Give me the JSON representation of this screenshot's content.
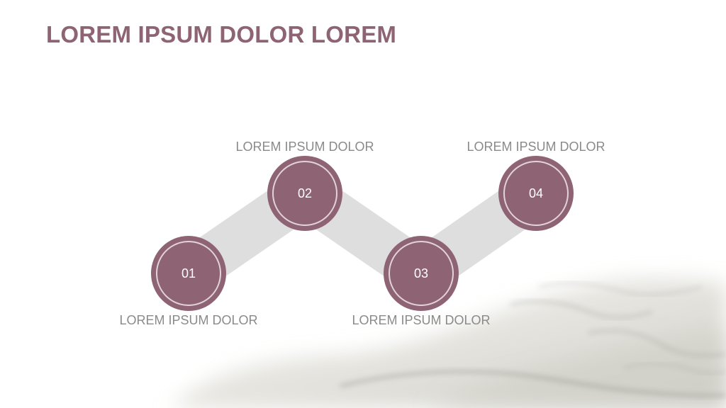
{
  "title": "LOREM IPSUM DOLOR LOREM",
  "colors": {
    "accent": "#8e6474",
    "node_ring": "#e3d3d9",
    "connector": "#dedede",
    "label_text": "#8a8a8a"
  },
  "steps": [
    {
      "number": "01",
      "label": "LOREM IPSUM DOLOR"
    },
    {
      "number": "02",
      "label": "LOREM IPSUM DOLOR"
    },
    {
      "number": "03",
      "label": "LOREM IPSUM DOLOR"
    },
    {
      "number": "04",
      "label": "LOREM IPSUM DOLOR"
    }
  ]
}
